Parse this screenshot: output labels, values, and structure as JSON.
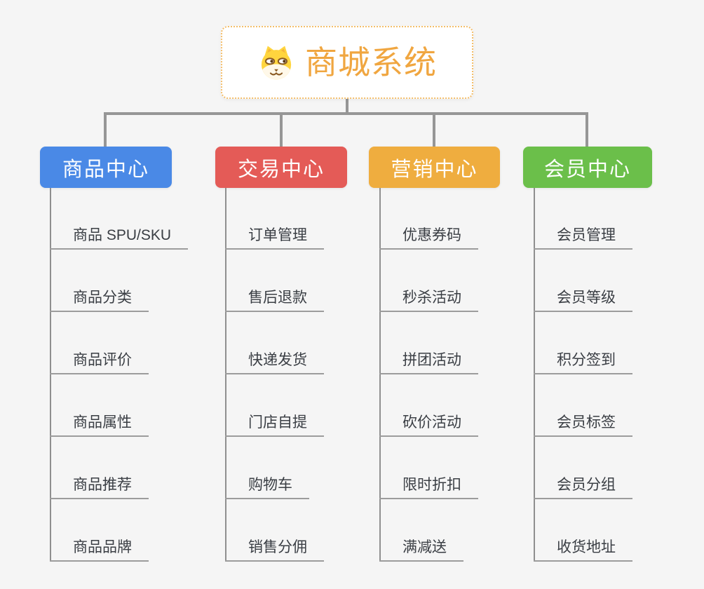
{
  "app": {
    "type": "mindmap",
    "background_color": "#F5F5F5"
  },
  "root": {
    "title": "商城系统",
    "icon": "dog-face-icon",
    "text_color": "#F0A640",
    "border_color": "#F4BE6A"
  },
  "branches": [
    {
      "label": "商品中心",
      "color": "#4A89E6",
      "items": [
        "商品 SPU/SKU",
        "商品分类",
        "商品评价",
        "商品属性",
        "商品推荐",
        "商品品牌"
      ]
    },
    {
      "label": "交易中心",
      "color": "#E45B57",
      "items": [
        "订单管理",
        "售后退款",
        "快递发货",
        "门店自提",
        "购物车",
        "销售分佣"
      ]
    },
    {
      "label": "营销中心",
      "color": "#EFAD3F",
      "items": [
        "优惠券码",
        "秒杀活动",
        "拼团活动",
        "砍价活动",
        "限时折扣",
        "满减送"
      ]
    },
    {
      "label": "会员中心",
      "color": "#6BBF4A",
      "items": [
        "会员管理",
        "会员等级",
        "积分签到",
        "会员标签",
        "会员分组",
        "收货地址"
      ]
    }
  ],
  "palette": {
    "connector": "#969696",
    "underline": "#9C9C9C",
    "item_text": "#3A3E44"
  }
}
